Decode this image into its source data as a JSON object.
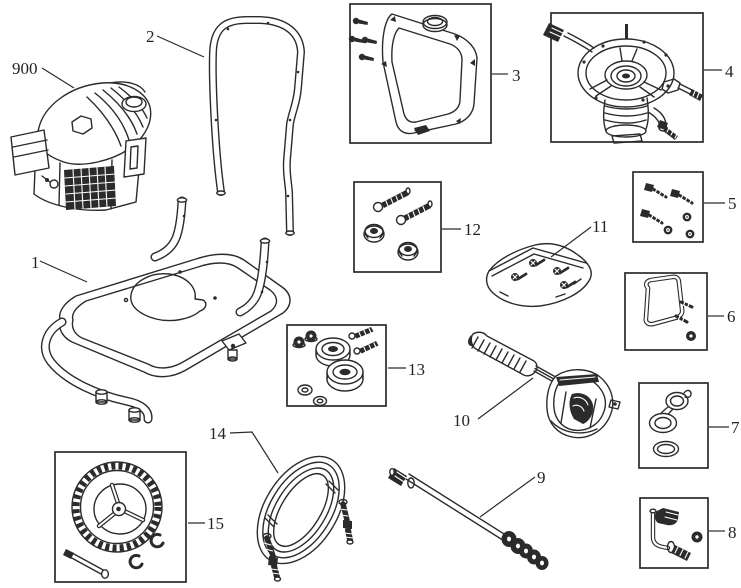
{
  "diagram": {
    "type": "exploded-parts-diagram",
    "colors": {
      "background": "#ffffff",
      "line": "#2b2b2b"
    },
    "callouts": {
      "engine": "900",
      "frame": "1",
      "handle": "2",
      "tank_kit": "3",
      "pump_kit": "4",
      "fastener_kit": "5",
      "bracket_kit": "6",
      "cap_kit": "7",
      "siphon_kit": "8",
      "wand": "9",
      "gun": "10",
      "screw_bag": "11",
      "knob_kit": "12",
      "isolator_kit": "13",
      "hose": "14",
      "wheel_kit": "15"
    }
  }
}
